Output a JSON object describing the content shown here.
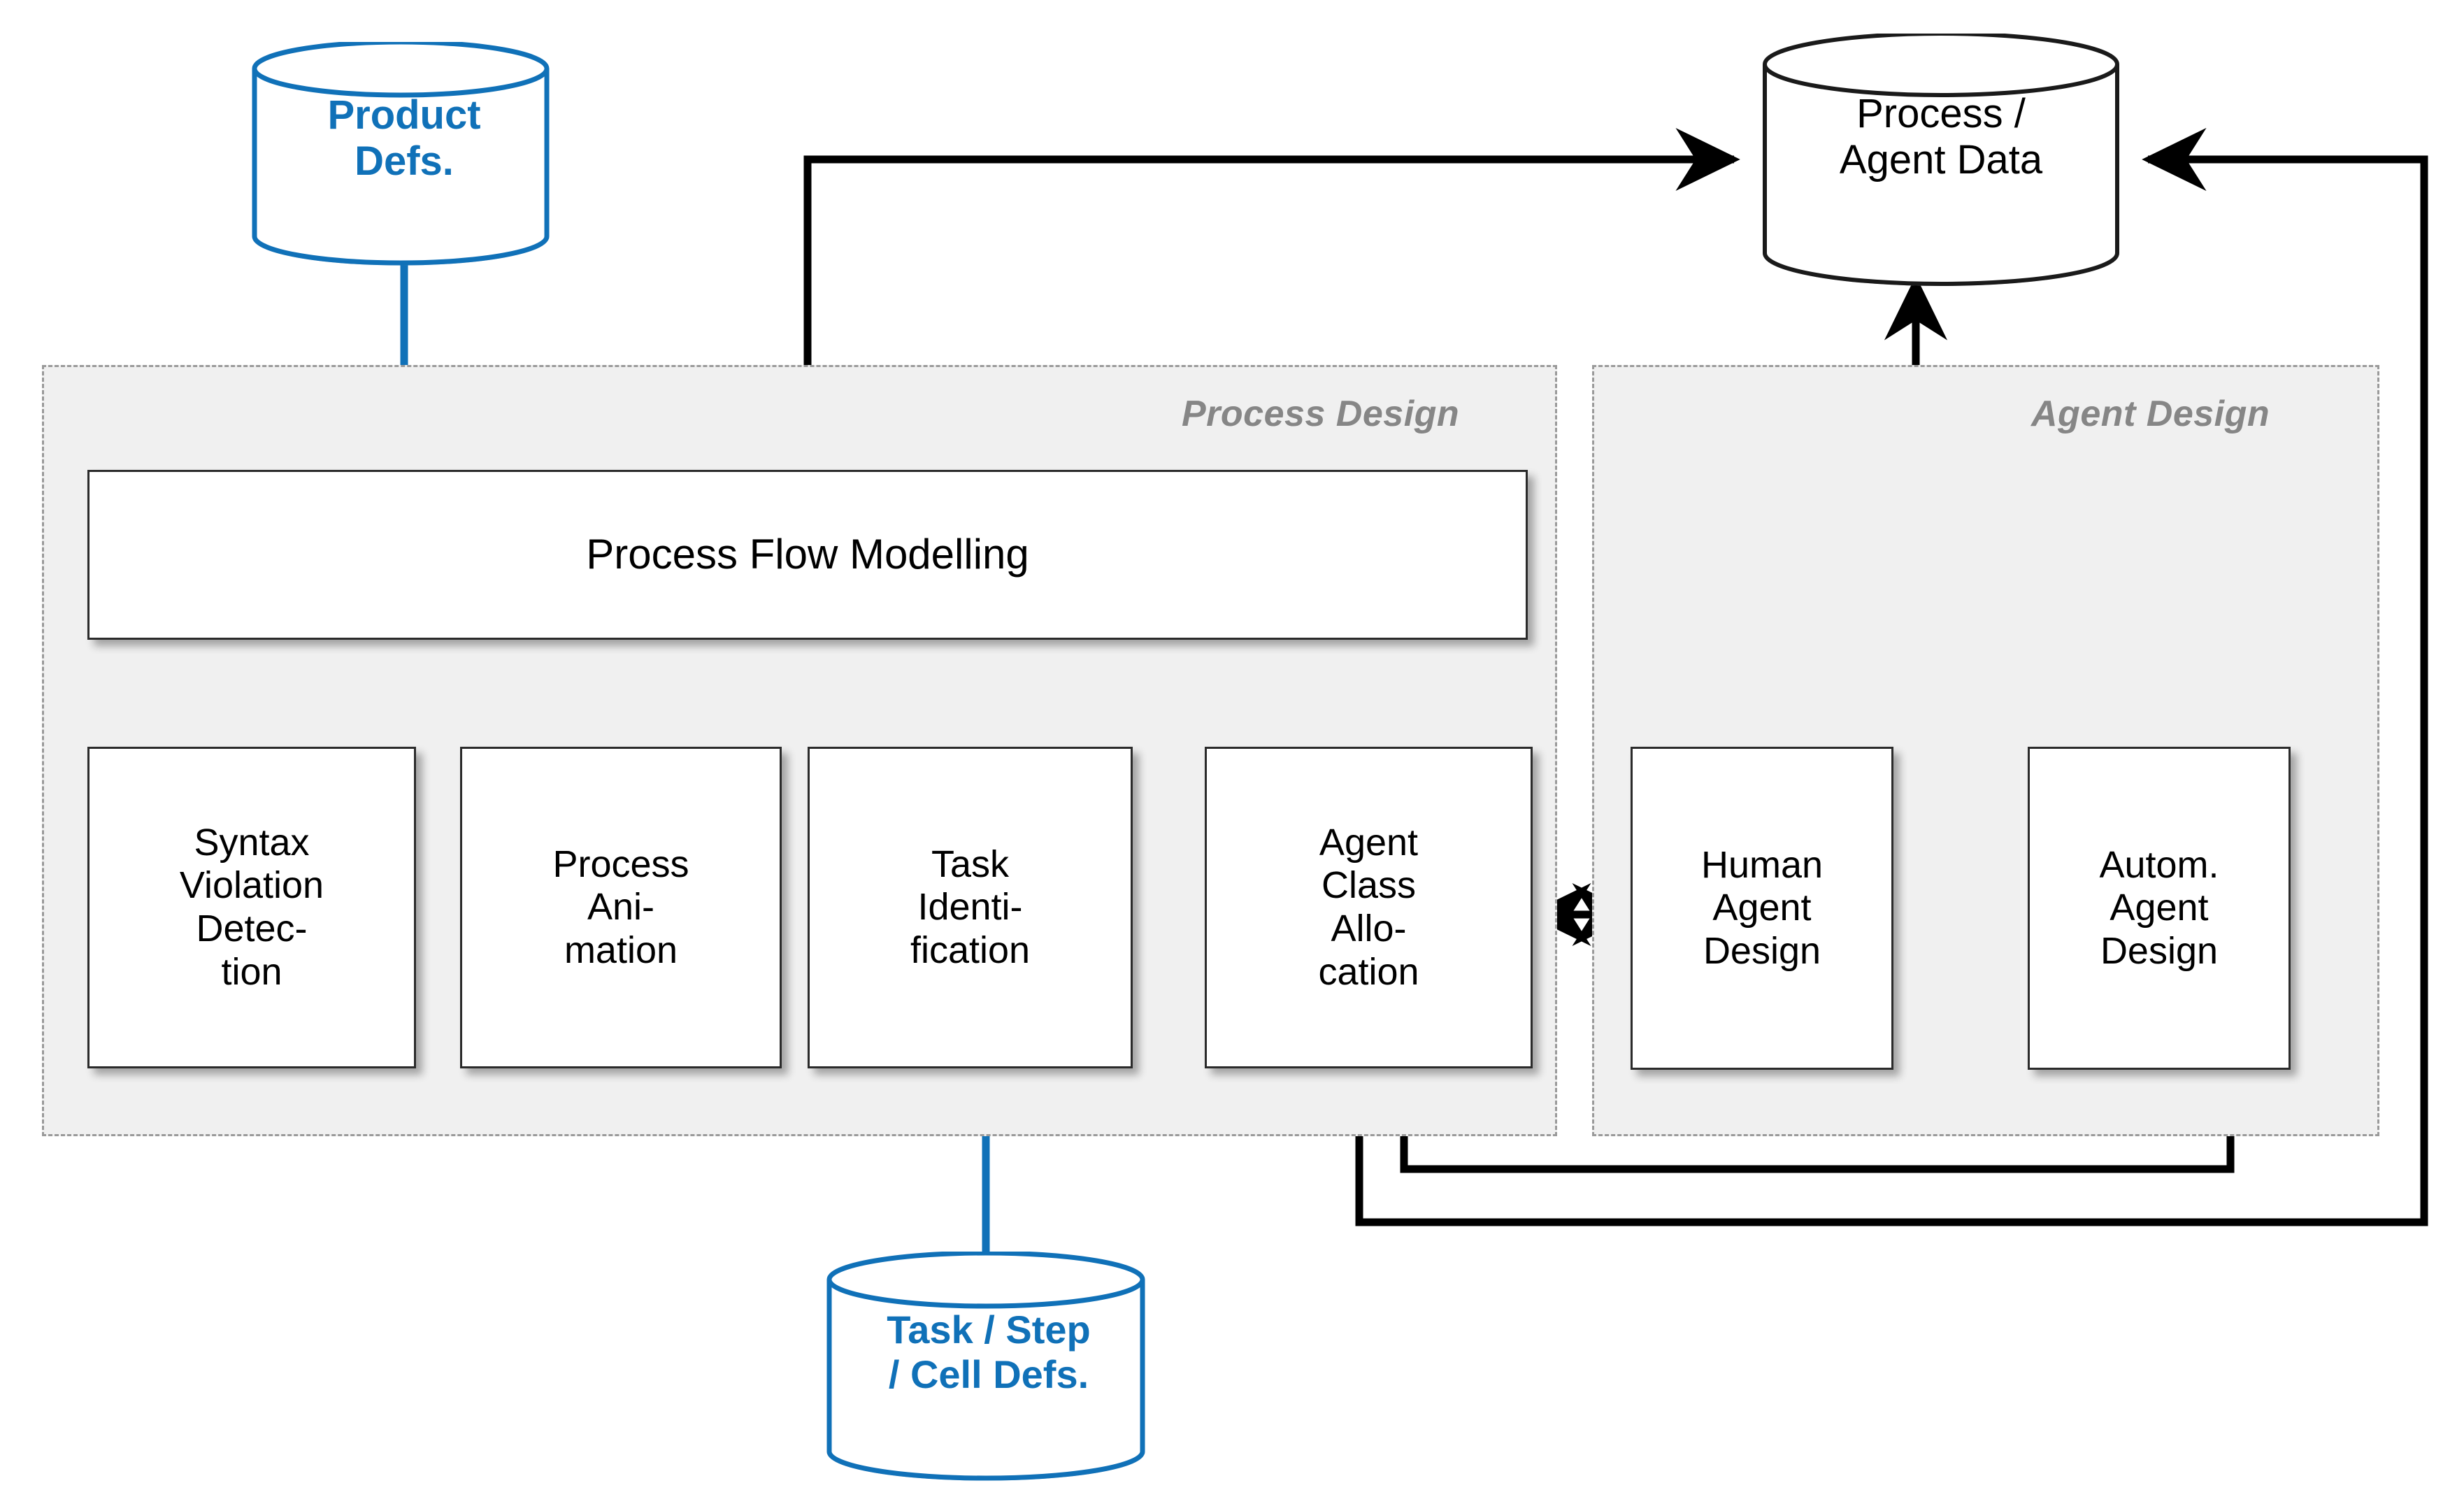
{
  "diagram": {
    "groups": [
      {
        "id": "process-design",
        "label": "Process Design"
      },
      {
        "id": "agent-design",
        "label": "Agent Design"
      }
    ],
    "datastores": [
      {
        "id": "product-defs",
        "label": "Product\nDefs.",
        "color": "#1071b8"
      },
      {
        "id": "process-agent-data",
        "label": "Process /\nAgent Data",
        "color": "#000000"
      },
      {
        "id": "task-step-cell-defs",
        "label": "Task / Step\n/ Cell Defs.",
        "color": "#1071b8"
      }
    ],
    "boxes": [
      {
        "id": "process-flow-modelling",
        "label": "Process Flow Modelling"
      },
      {
        "id": "syntax-violation-detection",
        "label": "Syntax\nViolation\nDetec-\ntion"
      },
      {
        "id": "process-animation",
        "label": "Process\nAni-\nmation"
      },
      {
        "id": "task-identification",
        "label": "Task\nIdenti-\nfication"
      },
      {
        "id": "agent-class-allocation",
        "label": "Agent\nClass\nAllo-\ncation"
      },
      {
        "id": "human-agent-design",
        "label": "Human\nAgent\nDesign"
      },
      {
        "id": "autom-agent-design",
        "label": "Autom.\nAgent\nDesign"
      }
    ],
    "connections": [
      {
        "id": "product-defs-to-pfm",
        "from": "product-defs",
        "to": "process-flow-modelling",
        "color": "#1071b8",
        "arrows": "end"
      },
      {
        "id": "pfm-to-process-agent-data",
        "from": "process-flow-modelling",
        "to": "process-agent-data",
        "color": "#000000",
        "arrows": "both"
      },
      {
        "id": "pfm-to-syntax-violation-detection",
        "from": "process-flow-modelling",
        "to": "syntax-violation-detection",
        "color": "#000000",
        "arrows": "both"
      },
      {
        "id": "pfm-to-process-animation",
        "from": "process-flow-modelling",
        "to": "process-animation",
        "color": "#000000",
        "arrows": "both"
      },
      {
        "id": "pfm-to-task-identification",
        "from": "process-flow-modelling",
        "to": "task-identification",
        "color": "#000000",
        "arrows": "both"
      },
      {
        "id": "pfm-to-agent-class-allocation",
        "from": "process-flow-modelling",
        "to": "agent-class-allocation",
        "color": "#000000",
        "arrows": "both"
      },
      {
        "id": "task-defs-to-task-identification",
        "from": "task-step-cell-defs",
        "to": "task-identification",
        "color": "#1071b8",
        "arrows": "end"
      },
      {
        "id": "agent-class-allocation-to-human-agent-design",
        "from": "agent-class-allocation",
        "to": "human-agent-design",
        "color": "#000000",
        "arrows": "both"
      },
      {
        "id": "process-agent-data-to-human-agent-design",
        "from": "process-agent-data",
        "to": "human-agent-design",
        "color": "#000000",
        "arrows": "end"
      },
      {
        "id": "process-agent-data-to-autom-agent-design",
        "from": "process-agent-data",
        "to": "autom-agent-design",
        "color": "#000000",
        "arrows": "end"
      },
      {
        "id": "autom-agent-design-to-agent-class-allocation",
        "from": "autom-agent-design",
        "to": "agent-class-allocation",
        "color": "#000000",
        "arrows": "end"
      },
      {
        "id": "process-agent-data-loop-to-agent-class-allocation",
        "from": "process-agent-data",
        "to": "agent-class-allocation",
        "color": "#000000",
        "arrows": "end"
      }
    ]
  }
}
